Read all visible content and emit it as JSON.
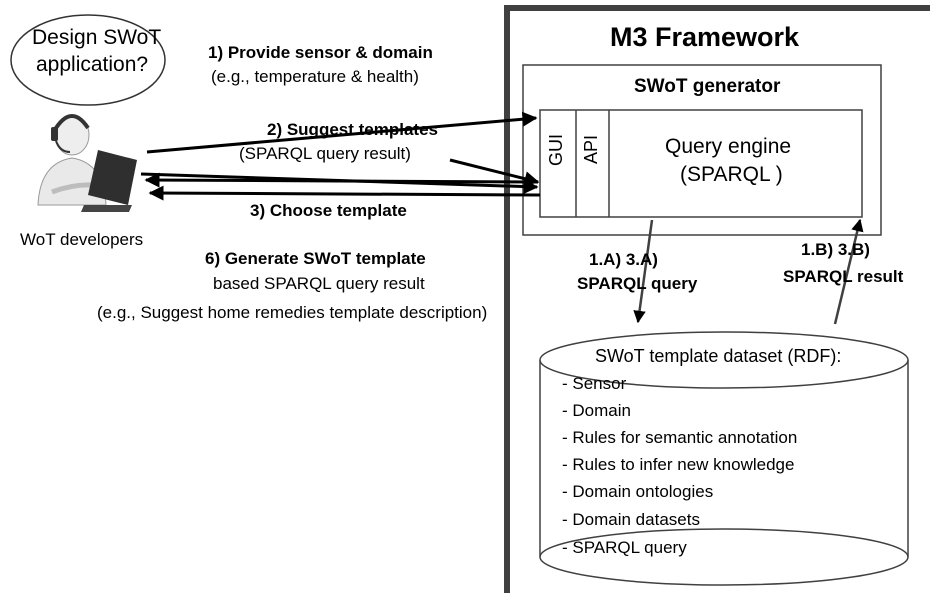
{
  "bubble": {
    "line1": "Design SWoT",
    "line2": "application?"
  },
  "developer_label": "WoT developers",
  "steps": {
    "s1": {
      "title": "1) Provide sensor & domain",
      "detail": "(e.g., temperature & health)"
    },
    "s2": {
      "title": "2) Suggest templates",
      "detail": "(SPARQL query result)"
    },
    "s3": {
      "title": "3) Choose template"
    },
    "s6": {
      "title": "6) Generate SWoT template",
      "detail1": "based SPARQL query result",
      "detail2": "(e.g., Suggest home remedies template description)"
    }
  },
  "framework": {
    "title": "M3 Framework",
    "generator_title": "SWoT generator",
    "gui": "GUI",
    "api": "API",
    "engine_line1": "Query engine",
    "engine_line2": "(SPARQL )"
  },
  "query_flow": {
    "q_line1": "1.A) 3.A)",
    "q_line2": "SPARQL query",
    "r_line1": "1.B) 3.B)",
    "r_line2": "SPARQL result"
  },
  "dataset": {
    "title": "SWoT template dataset (RDF):",
    "items": [
      "- Sensor",
      "- Domain",
      "- Rules for semantic annotation",
      "- Rules to infer new knowledge",
      "- Domain ontologies",
      "- Domain datasets",
      "- SPARQL query"
    ]
  }
}
